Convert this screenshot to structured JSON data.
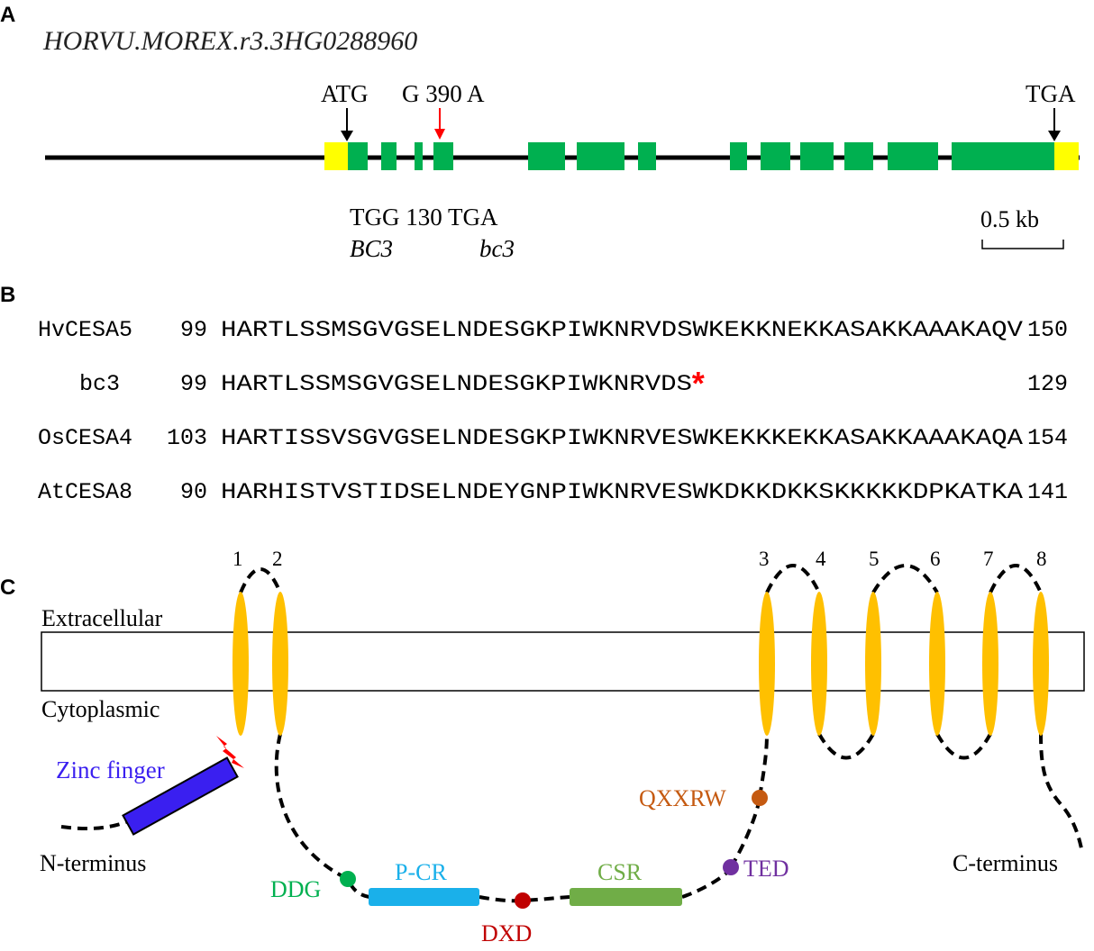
{
  "panels": {
    "a": "A",
    "b": "B",
    "c": "C"
  },
  "gene": {
    "name": "HORVU.MOREX.r3.3HG0288960",
    "start_codon": "ATG",
    "stop_codon": "TGA",
    "mutation": "G 390 A",
    "codon_change": "TGG 130 TGA",
    "allele_wt": "BC3",
    "allele_mut": "bc3",
    "scale": "0.5 kb"
  },
  "alignment": [
    {
      "name": "HvCESA5",
      "start": "99",
      "seq": "HARTLSSMSGVGSELNDESGKPIWKNRVDSWKEKKNEKKASAKKAAAKAQV",
      "end": "150"
    },
    {
      "name": "bc3",
      "start": "99",
      "seq": "HARTLSSMSGVGSELNDESGKPIWKNRVDS",
      "stop": "*",
      "end": "129"
    },
    {
      "name": "OsCESA4",
      "start": "103",
      "seq": "HARTISSVSGVGSELNDESGKPIWKNRVESWKEKKKEKKASAKKAAAKAQA",
      "end": "154"
    },
    {
      "name": "AtCESA8",
      "start": "90",
      "seq": "HARHISTVSTIDSELNDEYGNPIWKNRVESWKDKKDKKSKKKKKDPKATKA",
      "end": "141"
    }
  ],
  "topology": {
    "extracellular": "Extracellular",
    "cytoplasmic": "Cytoplasmic",
    "n_terminus": "N-terminus",
    "c_terminus": "C-terminus",
    "zinc_finger": "Zinc finger",
    "helices": [
      "1",
      "2",
      "3",
      "4",
      "5",
      "6",
      "7",
      "8"
    ],
    "motifs": {
      "ddg": "DDG",
      "pcr": "P-CR",
      "dxd": "DXD",
      "csr": "CSR",
      "ted": "TED",
      "qxxrw": "QXXRW"
    }
  },
  "colors": {
    "exon": "#00b050",
    "utr": "#ffff00",
    "helix": "#ffc000",
    "zinc": "#3a1ff0",
    "pcr": "#1ab0ea",
    "csr": "#70ad47",
    "ddg": "#00b050",
    "dxd": "#c00000",
    "ted": "#7030a0",
    "qxxrw": "#c55a11",
    "red": "#ff0000"
  }
}
